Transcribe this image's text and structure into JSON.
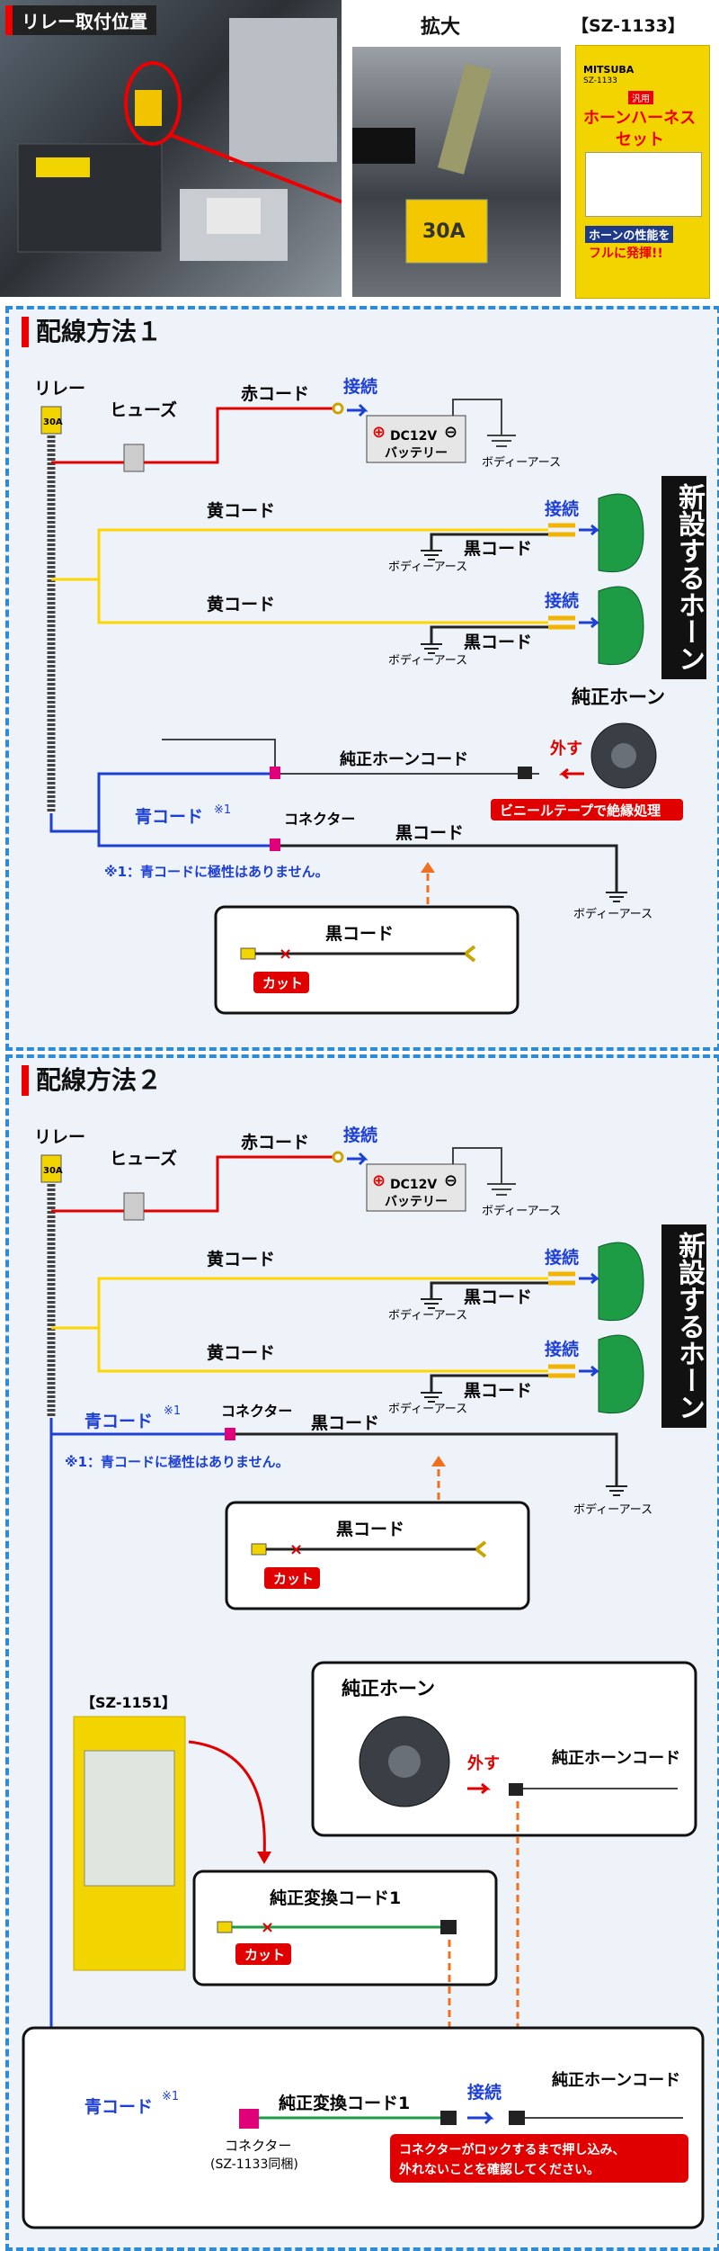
{
  "top": {
    "relay_position_label": "リレー取付位置",
    "zoom_label": "拡大",
    "product_code": "【SZ-1133】",
    "package": {
      "brand": "MITSUBA",
      "model": "SZ-1133",
      "name_line1": "ホーンハーネス",
      "name_line2": "セット",
      "tag": "汎用",
      "copy1": "ホーンの性能を",
      "copy2": "フルに発揮!!"
    },
    "relay_tag": "30A"
  },
  "method1": {
    "title": "配線方法１",
    "relay": "リレー",
    "relay_amp": "30A",
    "fuse": "ヒューズ",
    "red_cord": "赤コード",
    "connect": "接続",
    "battery_line1": "DC12V",
    "battery_line2": "バッテリー",
    "body_earth": "ボディーアース",
    "yellow_cord_1": "黄コード",
    "yellow_cord_2": "黄コード",
    "black_cord_1": "黒コード",
    "black_cord_2": "黒コード",
    "new_horn": "新設するホーン",
    "genuine_horn": "純正ホーン",
    "genuine_horn_cord": "純正ホーンコード",
    "remove": "外す",
    "vinyl_tape": "ビニールテープで絶縁処理",
    "blue_cord": "青コード",
    "note_mark": "※1",
    "connector": "コネクター",
    "black_cord_3": "黒コード",
    "note": "※1：青コードに極性はありません。",
    "inset_black_cord": "黒コード",
    "cut": "カット"
  },
  "method2": {
    "title": "配線方法２",
    "relay": "リレー",
    "relay_amp": "30A",
    "fuse": "ヒューズ",
    "red_cord": "赤コード",
    "connect": "接続",
    "battery_line1": "DC12V",
    "battery_line2": "バッテリー",
    "body_earth": "ボディーアース",
    "yellow_cord_1": "黄コード",
    "yellow_cord_2": "黄コード",
    "black_cord_1": "黒コード",
    "black_cord_2": "黒コード",
    "new_horn": "新設するホーン",
    "blue_cord": "青コード",
    "note_mark": "※1",
    "connector": "コネクター",
    "black_cord_3": "黒コード",
    "note": "※1：青コードに極性はありません。",
    "inset_black_cord": "黒コード",
    "cut": "カット",
    "sz1151": "【SZ-1151】",
    "genuine_horn": "純正ホーン",
    "remove": "外す",
    "genuine_horn_cord": "純正ホーンコード",
    "conv_cord_1": "純正変換コード1",
    "cut2": "カット",
    "blue_cord_b": "青コード",
    "conv_cord_2": "純正変換コード1",
    "connect2": "接続",
    "genuine_horn_cord_2": "純正ホーンコード",
    "connector2_line1": "コネクター",
    "connector2_line2": "(SZ-1133同梱)",
    "lock_note1": "コネクターがロックするまで押し込み、",
    "lock_note2": "外れないことを確認してください。"
  },
  "colors": {
    "red": "#e10000",
    "yellow": "#ffd400",
    "blue": "#1d3fd6",
    "green_horn": "#1e9b45",
    "frame": "#2e8bd6"
  }
}
